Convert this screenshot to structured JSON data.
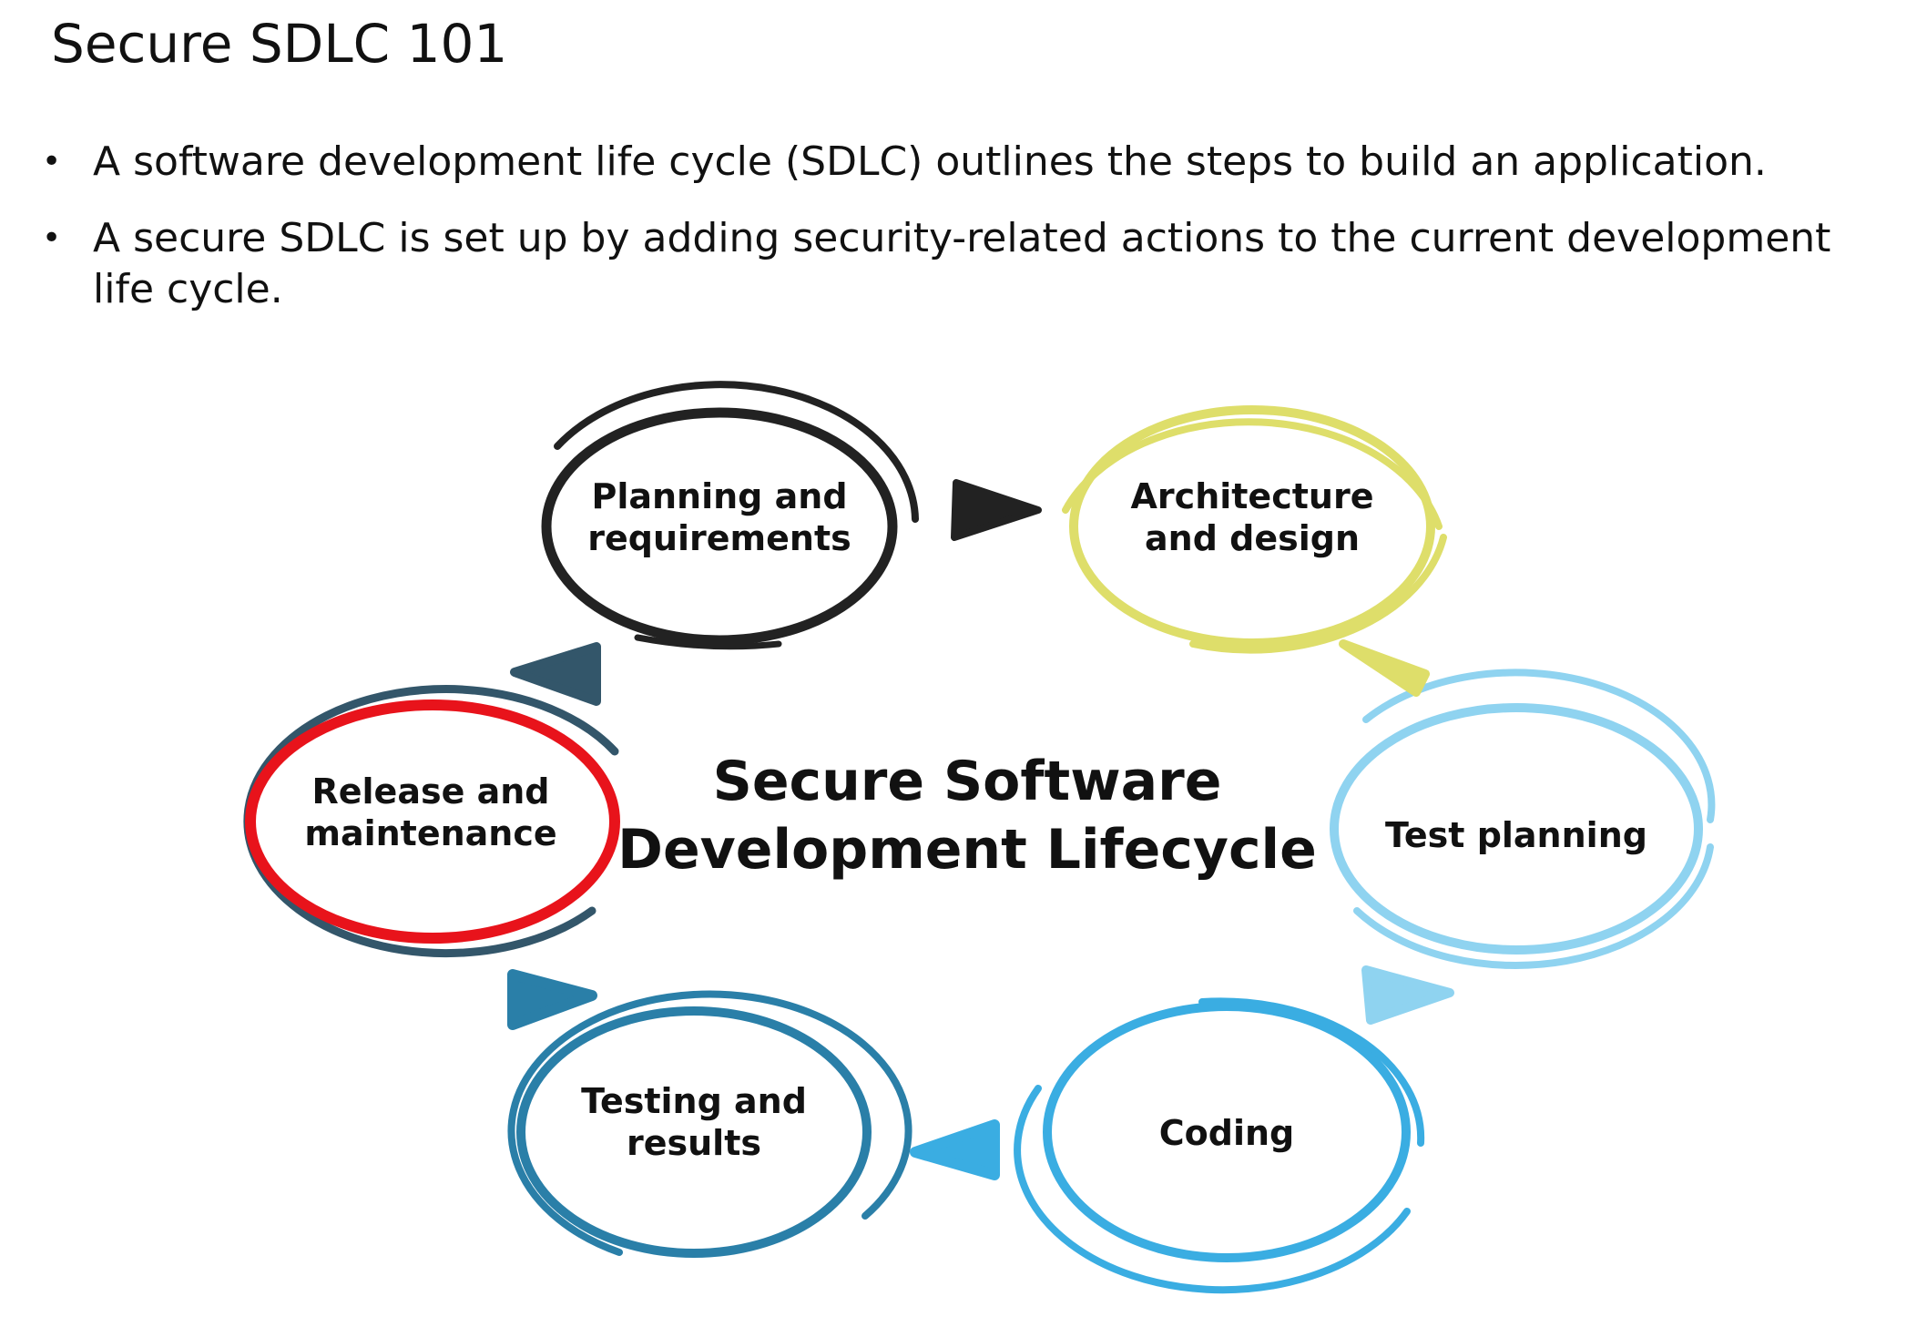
{
  "title": "Secure SDLC 101",
  "bullets": [
    {
      "line1": "A software development life cycle (SDLC) outlines the steps to build an application.",
      "line2": ""
    },
    {
      "line1": "A secure SDLC is set up by adding security-related actions to the current development",
      "line2": "life cycle."
    }
  ],
  "diagram": {
    "center": {
      "line1": "Secure Software",
      "line2": "Development Lifecycle"
    },
    "stages": [
      {
        "line1": "Planning and",
        "line2": "requirements",
        "color": "#222222"
      },
      {
        "line1": "Architecture",
        "line2": "and design",
        "color": "#dede6a"
      },
      {
        "line1": "Test planning",
        "line2": "",
        "color": "#8fd3f0"
      },
      {
        "line1": "Coding",
        "line2": "",
        "color": "#3aade2"
      },
      {
        "line1": "Testing and",
        "line2": "results",
        "color": "#2a7fa8"
      },
      {
        "line1": "Release and",
        "line2": "maintenance",
        "color": "#33566a",
        "highlight": "#e8131b"
      }
    ]
  }
}
